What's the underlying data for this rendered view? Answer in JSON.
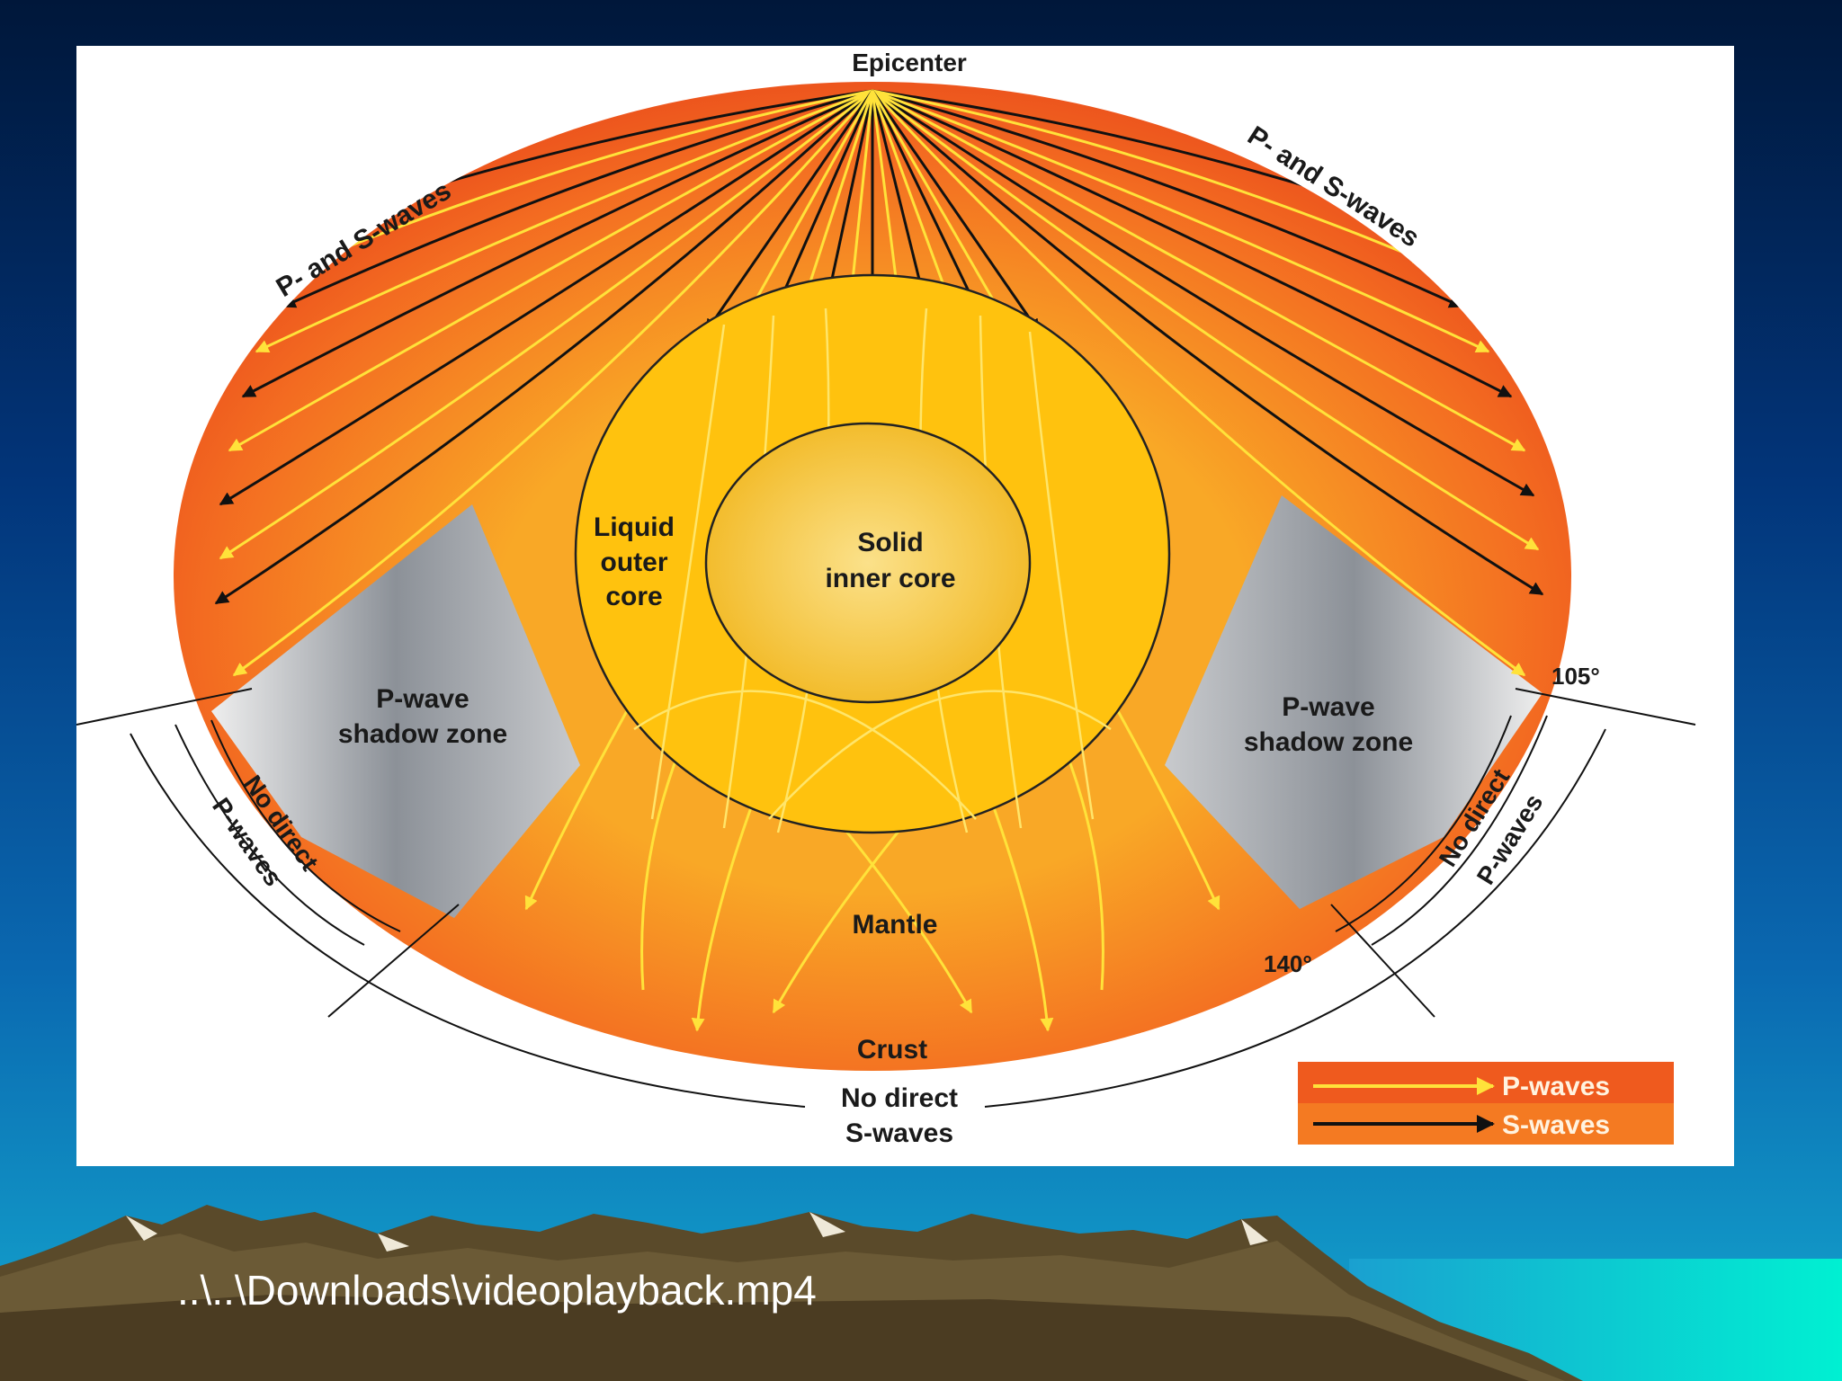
{
  "slide": {
    "background_top": "#001a3d",
    "background_bottom": "#00e0d0",
    "file_link": "..\\..\\Downloads\\videoplayback.mp4"
  },
  "diagram": {
    "labels": {
      "epicenter": "Epicenter",
      "ps_waves_left": "P- and S-waves",
      "ps_waves_right": "P- and S-waves",
      "outer_core_1": "Liquid",
      "outer_core_2": "outer",
      "outer_core_3": "core",
      "inner_core_1": "Solid",
      "inner_core_2": "inner core",
      "shadow_left_1": "P-wave",
      "shadow_left_2": "shadow zone",
      "shadow_right_1": "P-wave",
      "shadow_right_2": "shadow zone",
      "nodirect_p_left_1": "No direct",
      "nodirect_p_left_2": "P-waves",
      "nodirect_p_right_1": "No direct",
      "nodirect_p_right_2": "P-waves",
      "mantle": "Mantle",
      "crust": "Crust",
      "nodirect_s_1": "No direct",
      "nodirect_s_2": "S-waves",
      "angle_105": "105°",
      "angle_140": "140°"
    },
    "legend": {
      "p_waves": "P-waves",
      "s_waves": "S-waves"
    },
    "colors": {
      "mantle_red": "#ee4a1c",
      "mantle_orange": "#f7a21e",
      "outer_core": "#ffc20e",
      "inner_core": "#f6cf4e",
      "shadow_zone": "#9ea2a8",
      "p_wave": "#ffe23a",
      "s_wave": "#111111"
    }
  }
}
